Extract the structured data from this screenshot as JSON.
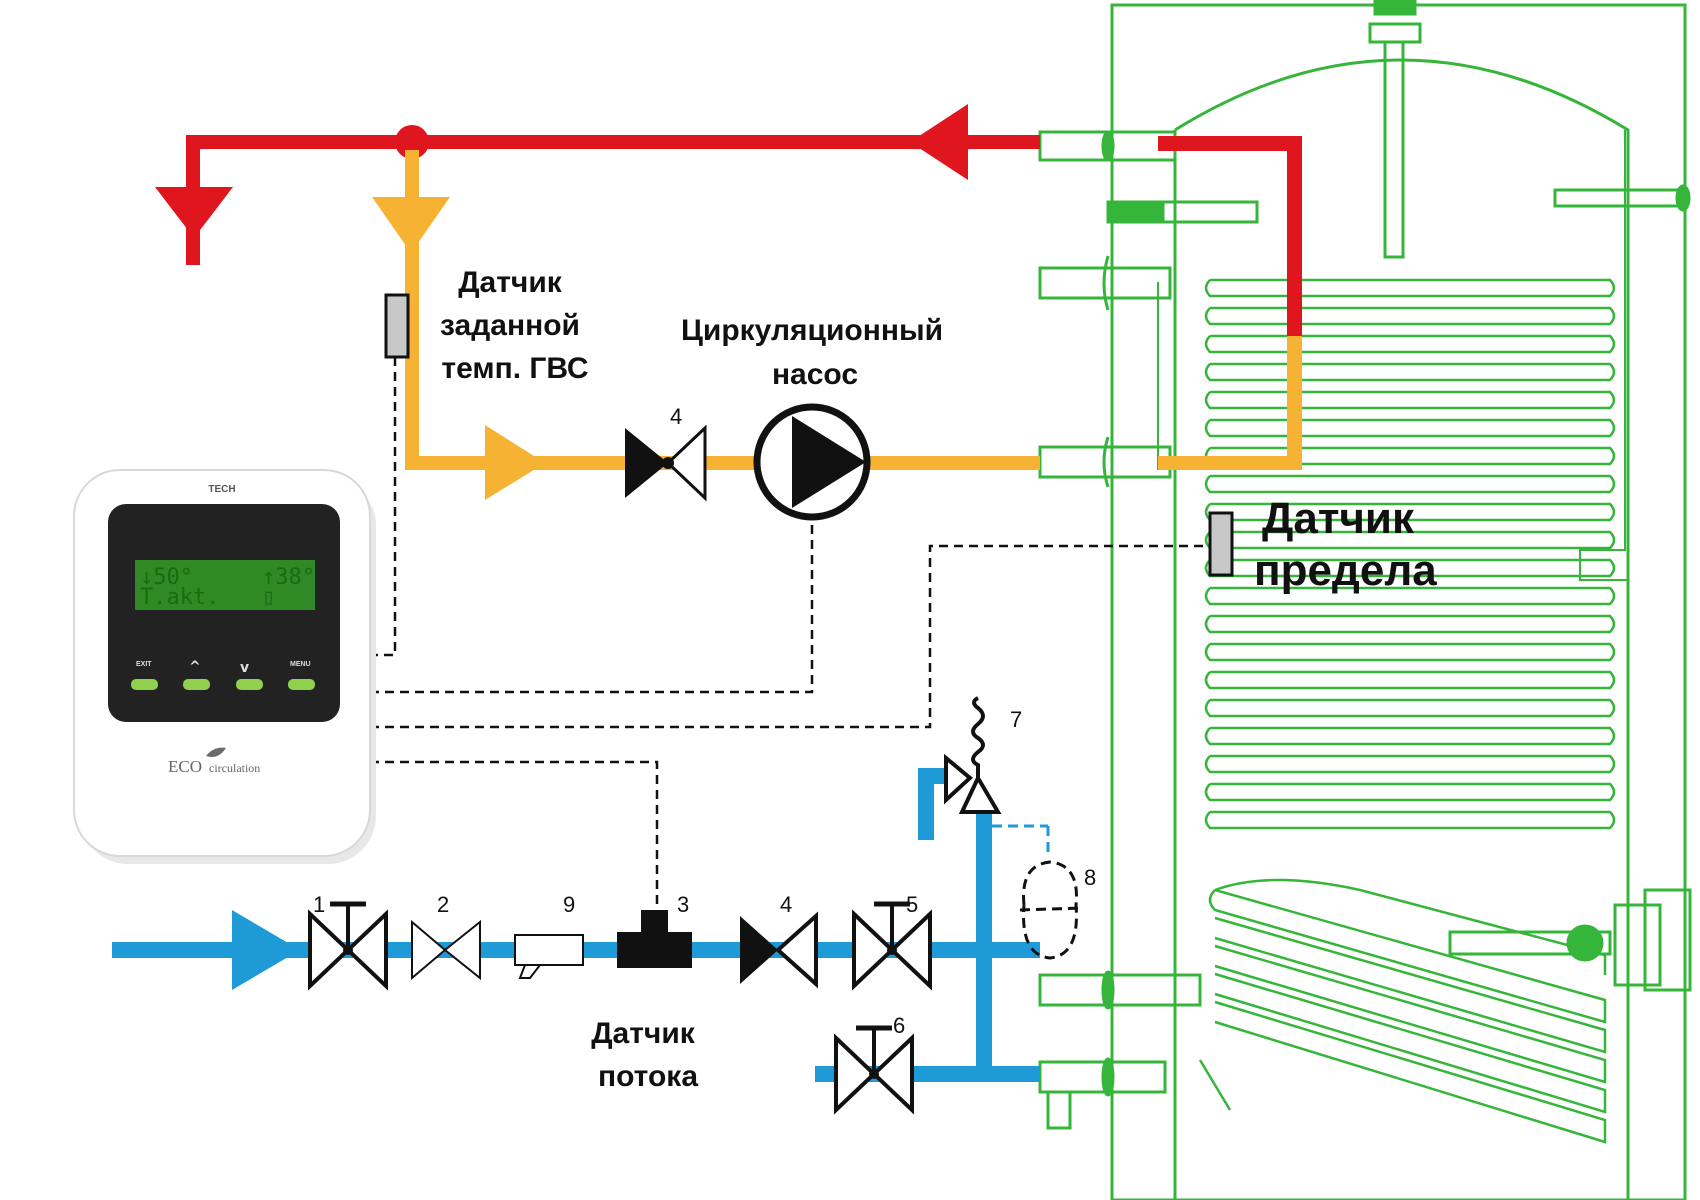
{
  "labels": {
    "setpoint_sensor_line1": "Датчик",
    "setpoint_sensor_line2": "заданной",
    "setpoint_sensor_line3": "темп. ГВС",
    "pump_line1": "Циркуляционный",
    "pump_line2": "насос",
    "limit_sensor_line1": "Датчик",
    "limit_sensor_line2": "предела",
    "flow_sensor_line1": "Датчик",
    "flow_sensor_line2": "потока"
  },
  "numbers": {
    "valve_top": "4",
    "n1": "1",
    "n2": "2",
    "n9": "9",
    "n3": "3",
    "n4": "4",
    "n5": "5",
    "n6": "6",
    "n7": "7",
    "n8": "8"
  },
  "controller": {
    "brand": "TECH",
    "display_line1_left": "↓50°",
    "display_line1_right": "↑38°",
    "display_line2": "T.akt.",
    "display_line2_right": "▯",
    "btn_exit": "EXIT",
    "btn_menu": "MENU",
    "logo_eco": "ECO",
    "logo_sub": "circulation"
  },
  "colors": {
    "hot": "#e0161f",
    "warm": "#f5b233",
    "cold": "#1e9ad6",
    "tank": "#35b53a",
    "sensor": "#c8c8c8"
  }
}
